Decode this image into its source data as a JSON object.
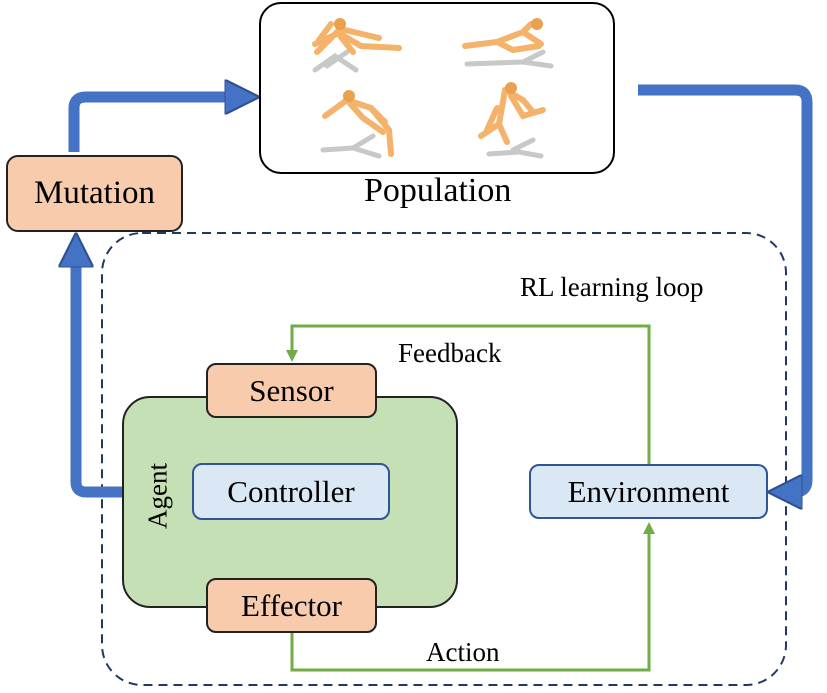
{
  "labels": {
    "population": "Population",
    "mutation": "Mutation",
    "rl_loop": "RL learning loop",
    "feedback": "Feedback",
    "action": "Action",
    "sensor": "Sensor",
    "agent": "Agent",
    "controller": "Controller",
    "effector": "Effector",
    "environment": "Environment"
  },
  "colors": {
    "blue_arrow": "#4472c4",
    "green_arrow": "#70ad47",
    "dashed_border": "#203864",
    "robot": "#f4b26a",
    "shadow": "#c8c8c8"
  }
}
